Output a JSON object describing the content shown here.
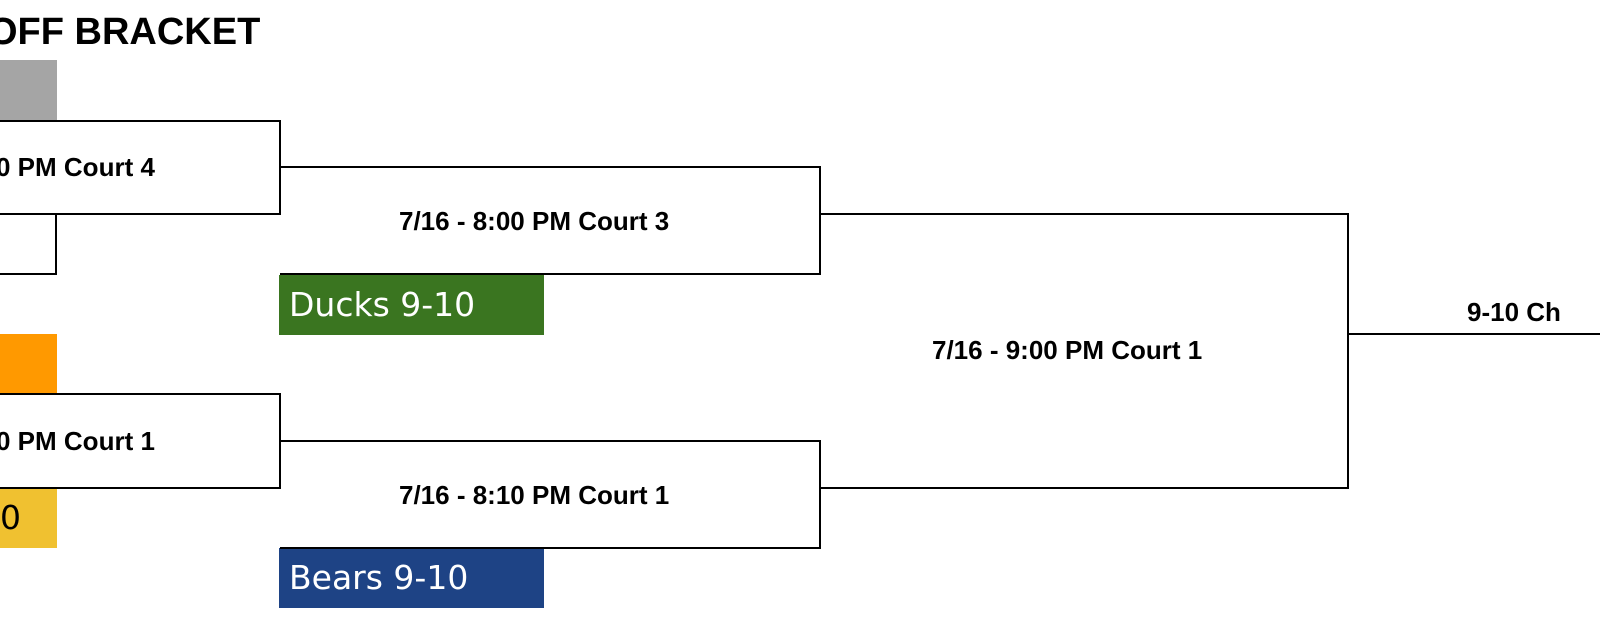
{
  "bracket": {
    "title": "OFF BRACKET",
    "colors": {
      "gray": "#a5a5a5",
      "orange": "#ff9900",
      "yellow": "#f0c130",
      "green": "#3a7520",
      "blue": "#1e4385",
      "line": "#000000"
    },
    "teams": {
      "top_left_seed": "",
      "mid_left_seed": "",
      "bottom_left_seed": "0",
      "ducks": "Ducks 9-10",
      "bears": "Bears 9-10"
    },
    "games": {
      "r1_top": "0 PM Court 4",
      "r1_bottom": "0 PM Court 1",
      "r2_top": "7/16 - 8:00 PM Court 3",
      "r2_bottom": "7/16 - 8:10 PM Court 1",
      "semi": "7/16 - 9:00 PM Court 1",
      "final": "9-10 Ch"
    }
  }
}
